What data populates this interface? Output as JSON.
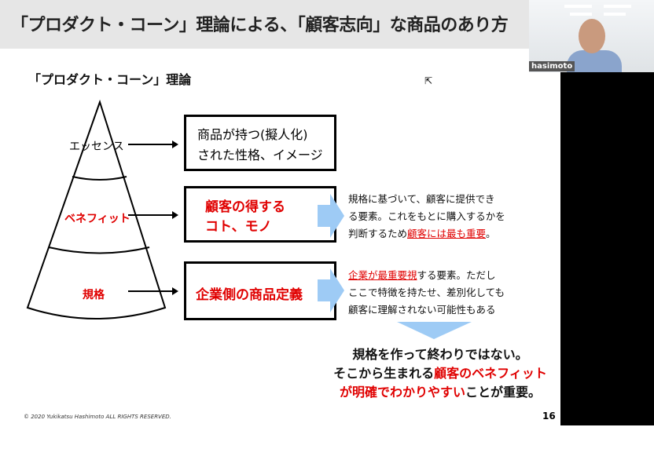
{
  "slide": {
    "title": "「プロダクト・コーン」理論による、「顧客志向」な商品のあり方",
    "subtitle": "「プロダクト・コーン」理論",
    "cone_labels": {
      "essence": "エッセンス",
      "benefit": "ベネフィット",
      "spec": "規格"
    },
    "boxes": {
      "essence": [
        "商品が持つ(擬人化)",
        "された性格、イメージ"
      ],
      "benefit": [
        "顧客の得する",
        "コト、モノ"
      ],
      "spec": "企業側の商品定義"
    },
    "benefit_desc": {
      "line1": "規格に基づいて、顧客に提供でき",
      "line2": "る要素。これをもとに購入するかを",
      "line3_pre": "判断するため",
      "line3_em": "顧客には最も重要",
      "line3_post": "。"
    },
    "spec_desc": {
      "line1_em": "企業が最重要視",
      "line1_post": "する要素。ただし",
      "line2": "ここで特徴を持たせ、差別化しても",
      "line3": "顧客に理解されない可能性もある"
    },
    "conclusion": {
      "line1": "規格を作って終わりではない。",
      "line2_pre": "そこから生まれる",
      "line2_em": "顧客のベネフィット",
      "line3_em": "が明確でわかりやすい",
      "line3_post": "ことが重要。"
    },
    "copyright": "© 2020 Yukikatsu Hashimoto  ALL RIGHTS RESERVED.",
    "page_number": "16"
  },
  "video": {
    "participant_name": "hasimoto"
  },
  "colors": {
    "accent_red": "#e00000",
    "arrow_blue": "#9ecbf5"
  }
}
